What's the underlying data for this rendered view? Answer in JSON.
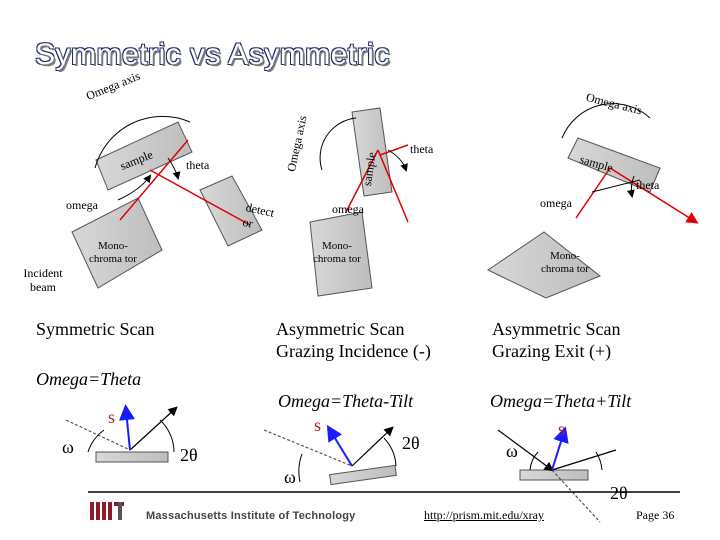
{
  "title": "Symmetric vs Asymmetric",
  "diagram1": {
    "omega_axis": "Omega axis",
    "sample": "sample",
    "theta": "theta",
    "omega": "omega",
    "detector": "detect or",
    "monochromator": "Mono- chroma tor",
    "incident_beam": "Incident beam"
  },
  "diagram2": {
    "omega_axis": "Omega axis",
    "sample": "sample",
    "theta": "theta",
    "omega": "omega",
    "monochromator": "Mono- chroma tor"
  },
  "diagram3": {
    "omega_axis": "Omega axis",
    "sample": "sample",
    "theta": "theta",
    "omega": "omega",
    "monochromator": "Mono- chroma tor"
  },
  "captions": {
    "symmetric": "Symmetric Scan",
    "asym_minus": "Asymmetric Scan Grazing Incidence (-)",
    "asym_plus": "Asymmetric Scan Grazing Exit (+)",
    "eq_sym": "Omega=Theta",
    "eq_minus": "Omega=Theta-Tilt",
    "eq_plus": "Omega=Theta+Tilt"
  },
  "geom": {
    "s": "s",
    "omega_symbol": "ω",
    "two_theta": "2θ"
  },
  "footer": {
    "institute": "Massachusetts Institute of Technology",
    "link": "http://prism.mit.edu/xray",
    "page": "Page 36"
  }
}
